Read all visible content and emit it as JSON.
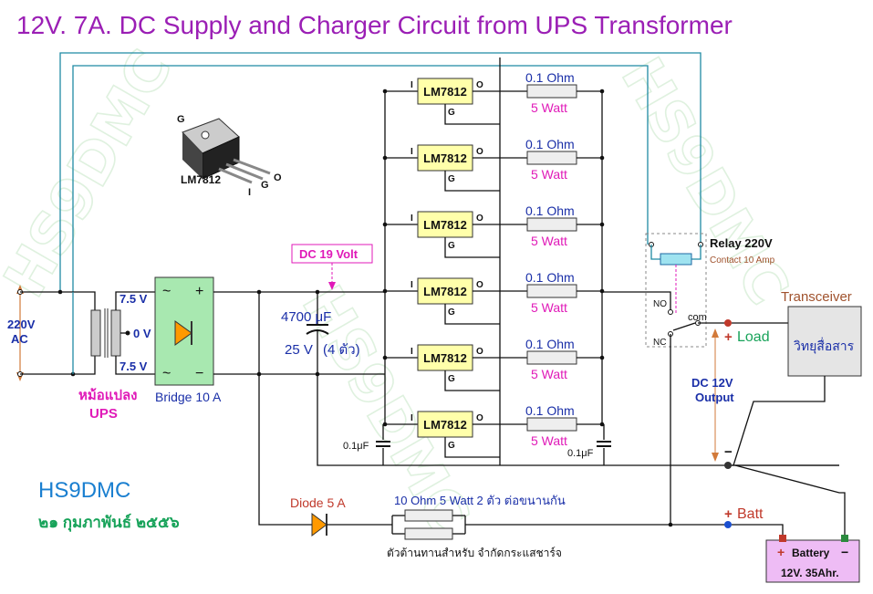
{
  "title": "12V. 7A. DC Supply and Charger Circuit from UPS Transformer",
  "watermark": "HS9DMC",
  "ac_input": {
    "line1": "220V",
    "line2": "AC"
  },
  "transformer": {
    "tap_top": "7.5 V",
    "tap_mid": "0 V",
    "tap_bot": "7.5 V",
    "label1": "หม้อแปลง",
    "label2": "UPS"
  },
  "bridge": {
    "label": "Bridge 10 A",
    "ac_top": "~",
    "ac_bot": "~",
    "plus": "+",
    "minus": "−"
  },
  "dc_label": "DC 19 Volt",
  "main_cap": {
    "value": "4700 μF",
    "voltage": "25 V",
    "qty": "(4 ตัว)"
  },
  "package": {
    "name": "LM7812",
    "pin_g_top": "G",
    "pin_i": "I",
    "pin_g": "G",
    "pin_o": "O"
  },
  "regulators": [
    {
      "name": "LM7812",
      "pin_i": "I",
      "pin_o": "O",
      "pin_g": "G",
      "res_value": "0.1 Ohm",
      "res_power": "5 Watt"
    },
    {
      "name": "LM7812",
      "pin_i": "I",
      "pin_o": "O",
      "pin_g": "G",
      "res_value": "0.1 Ohm",
      "res_power": "5 Watt"
    },
    {
      "name": "LM7812",
      "pin_i": "I",
      "pin_o": "O",
      "pin_g": "G",
      "res_value": "0.1 Ohm",
      "res_power": "5 Watt"
    },
    {
      "name": "LM7812",
      "pin_i": "I",
      "pin_o": "O",
      "pin_g": "G",
      "res_value": "0.1 Ohm",
      "res_power": "5 Watt"
    },
    {
      "name": "LM7812",
      "pin_i": "I",
      "pin_o": "O",
      "pin_g": "G",
      "res_value": "0.1 Ohm",
      "res_power": "5 Watt"
    },
    {
      "name": "LM7812",
      "pin_i": "I",
      "pin_o": "O",
      "pin_g": "G",
      "res_value": "0.1 Ohm",
      "res_power": "5 Watt"
    }
  ],
  "small_cap_left": "0.1μF",
  "small_cap_right": "0.1μF",
  "relay": {
    "label": "Relay 220V",
    "contact": "Contact 10 Amp",
    "no": "NO",
    "nc": "NC",
    "com": "com"
  },
  "load": {
    "plus": "+",
    "label": "Load"
  },
  "transceiver": {
    "label": "Transceiver",
    "body": "วิทยุสื่อสาร"
  },
  "dc_output": {
    "line1": "DC 12V",
    "line2": "Output",
    "minus": "−"
  },
  "author": {
    "call": "HS9DMC",
    "date": "๒๑ กุมภาพันธ์ ๒๕๕๖"
  },
  "diode": {
    "label": "Diode 5 A"
  },
  "resistors_charge": {
    "top": "10 Ohm 5 Watt  2 ตัว ต่อขนานกัน",
    "bottom": "ตัวต้านทานสำหรับ จำกัดกระแสชาร์จ"
  },
  "batt": {
    "plus": "+",
    "label": "Batt"
  },
  "battery": {
    "plus": "+",
    "label": "Battery",
    "minus": "−",
    "spec": "12V. 35Ahr."
  }
}
